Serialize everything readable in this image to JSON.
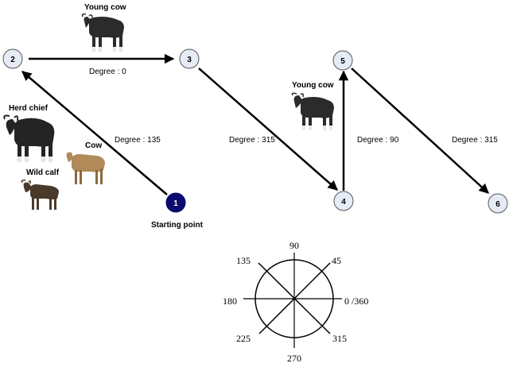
{
  "nodes": [
    {
      "id": "1",
      "fill": "#0a0a6e",
      "text_color": "#ffffff"
    },
    {
      "id": "2",
      "fill": "#e6ecf6",
      "text_color": "#000000"
    },
    {
      "id": "3",
      "fill": "#e6ecf6",
      "text_color": "#000000"
    },
    {
      "id": "4",
      "fill": "#e6ecf6",
      "text_color": "#000000"
    },
    {
      "id": "5",
      "fill": "#e6ecf6",
      "text_color": "#000000"
    },
    {
      "id": "6",
      "fill": "#e6ecf6",
      "text_color": "#000000"
    }
  ],
  "edges": [
    {
      "from": "1",
      "to": "2",
      "label": "Degree : 135"
    },
    {
      "from": "2",
      "to": "3",
      "label": "Degree : 0"
    },
    {
      "from": "3",
      "to": "4",
      "label": "Degree : 315"
    },
    {
      "from": "4",
      "to": "5",
      "label": "Degree : 90"
    },
    {
      "from": "5",
      "to": "6",
      "label": "Degree : 315"
    }
  ],
  "labels": {
    "starting_point": "Starting point",
    "young_cow_top": "Young cow",
    "young_cow_mid": "Young cow",
    "herd_chief": "Herd chief",
    "cow": "Cow",
    "wild_calf": "Wild calf"
  },
  "compass": {
    "deg_90": "90",
    "deg_45": "45",
    "deg_135": "135",
    "deg_180": "180",
    "deg_0_360": "0 /360",
    "deg_225": "225",
    "deg_315": "315",
    "deg_270": "270"
  },
  "colors": {
    "start_node": "#0a0a6e",
    "node_fill": "#e6ecf6",
    "node_stroke": "#555555",
    "arrow": "#000000",
    "gaur_dark": "#2b2b2b",
    "cow_tan": "#b08a58",
    "calf_brown": "#4a3a2a"
  }
}
